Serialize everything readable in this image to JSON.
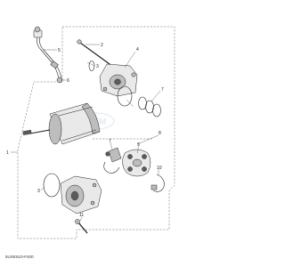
{
  "diagram": {
    "drawing_code": "5UXE610-F400",
    "watermark": "OEM",
    "callouts": [
      "1",
      "2",
      "3",
      "4",
      "5",
      "6",
      "7",
      "8",
      "9",
      "10",
      "11"
    ]
  }
}
